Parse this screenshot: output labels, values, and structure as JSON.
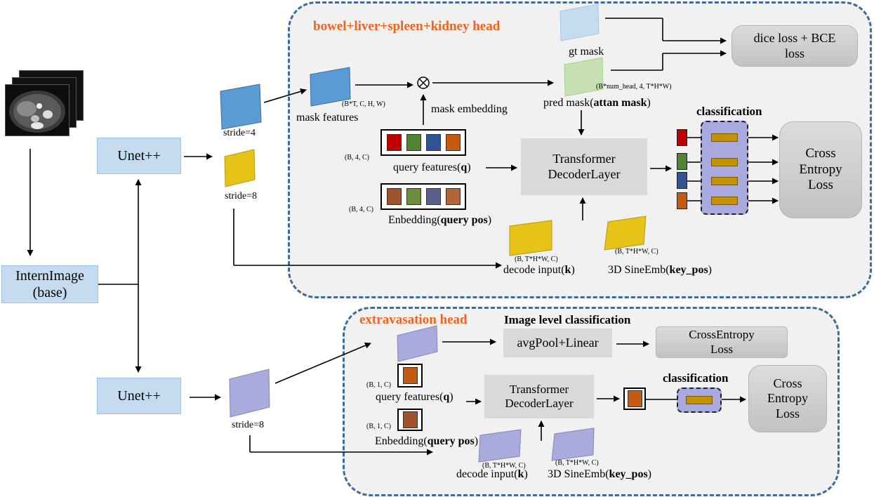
{
  "backbone": {
    "intern_image": "InternImage\n(base)",
    "unet_top": "Unet++",
    "unet_bottom": "Unet++"
  },
  "strides": {
    "s4": "stride=4",
    "s8": "stride=8",
    "s8b": "stride=8"
  },
  "top_head": {
    "title": "bowel+liver+spleen+kidney head",
    "mask_features": "mask features",
    "mask_features_shape": "(B*T, C, H, W)",
    "mask_embedding": "mask embedding",
    "gt_mask": "gt mask",
    "pred_mask_prefix": "pred mask(",
    "pred_mask_bold": "attan mask",
    "pred_mask_suffix": ")",
    "pred_mask_shape": "(B*num_head, 4, T*H*W)",
    "loss_top": "dice loss + BCE\nloss",
    "query_shape": "(B, 4, C)",
    "query_features_prefix": "query features(",
    "query_features_bold": "q",
    "query_features_suffix": ")",
    "embed_shape": "(B, 4, C)",
    "embedding_prefix": "Enbedding(",
    "embedding_bold": "query pos",
    "embedding_suffix": ")",
    "decoder": "Transformer\nDecoderLayer",
    "decode_shape": "(B, T*H*W, C)",
    "decode_input_prefix": "decode input(",
    "decode_input_bold": "k",
    "decode_input_suffix": ")",
    "sine_shape": "(B, T*H*W, C)",
    "sine_prefix": "3D SineEmb(",
    "sine_bold": "key_pos",
    "sine_suffix": ")",
    "classification": "classification",
    "cross_entropy": "Cross\nEntropy\nLoss"
  },
  "bottom_head": {
    "title": "extravasation head",
    "image_level": "Image level classification",
    "avgpool": "avgPool+Linear",
    "ce_loss_top": "CrossEntropy\nLoss",
    "query_shape": "(B, 1, C)",
    "query_features_prefix": "query features(",
    "query_features_bold": "q",
    "query_features_suffix": ")",
    "embed_shape": "(B, 1, C)",
    "embedding_prefix": "Enbedding(",
    "embedding_bold": "query pos",
    "embedding_suffix": ")",
    "decoder": "Transformer\nDecoderLayer",
    "decode_shape": "(B, T*H*W, C)",
    "decode_input_prefix": "decode input(",
    "decode_input_bold": "k",
    "decode_input_suffix": ")",
    "sine_shape": "(B, T*H*W, C)",
    "sine_prefix": "3D SineEmb(",
    "sine_bold": "key_pos",
    "sine_suffix": ")",
    "classification": "classification",
    "cross_entropy": "Cross\nEntropy\nLoss"
  },
  "colors": {
    "panel_border": "#3f6b98",
    "title_orange": "#f0641e",
    "feature_blue": "#5b9bd5",
    "feature_yellow": "#e6c317",
    "feature_lavender": "#aaaadd",
    "gt_mask_blue": "#c5dcf0",
    "pred_mask_green": "#c6e0b4",
    "query_red": "#c00000",
    "query_green": "#548235",
    "query_blue": "#2f5597",
    "query_orange": "#c55a11",
    "embed_brown": "#a0522d",
    "embed_green": "#6a8e3c",
    "embed_slate": "#5a5f8c",
    "embed_copper": "#b0663a",
    "class_bar": "#c49200"
  }
}
